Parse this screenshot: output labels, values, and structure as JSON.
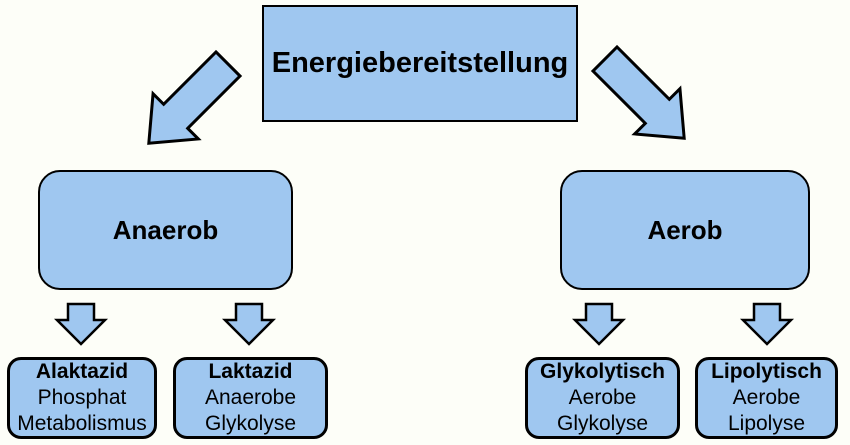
{
  "colors": {
    "box_fill": "#9fc7f0",
    "box_border": "#000000",
    "background": "#fdfef8",
    "text": "#000000"
  },
  "diagram": {
    "type": "flow-hierarchy",
    "root": {
      "label": "Energiebereitstellung"
    },
    "level2": [
      {
        "label": "Anaerob"
      },
      {
        "label": "Aerob"
      }
    ],
    "leaves": [
      {
        "title": "Alaktazid",
        "line2": "Phosphat",
        "line3": "Metabolismus",
        "parent": "Anaerob"
      },
      {
        "title": "Laktazid",
        "line2": "Anaerobe",
        "line3": "Glykolyse",
        "parent": "Anaerob"
      },
      {
        "title": "Glykolytisch",
        "line2": "Aerobe",
        "line3": "Glykolyse",
        "parent": "Aerob"
      },
      {
        "title": "Lipolytisch",
        "line2": "Aerobe",
        "line3": "Lipolyse",
        "parent": "Aerob"
      }
    ],
    "connectors": [
      "block-arrow-down-left",
      "block-arrow-down-right",
      "block-arrow-down",
      "block-arrow-down",
      "block-arrow-down",
      "block-arrow-down"
    ]
  }
}
